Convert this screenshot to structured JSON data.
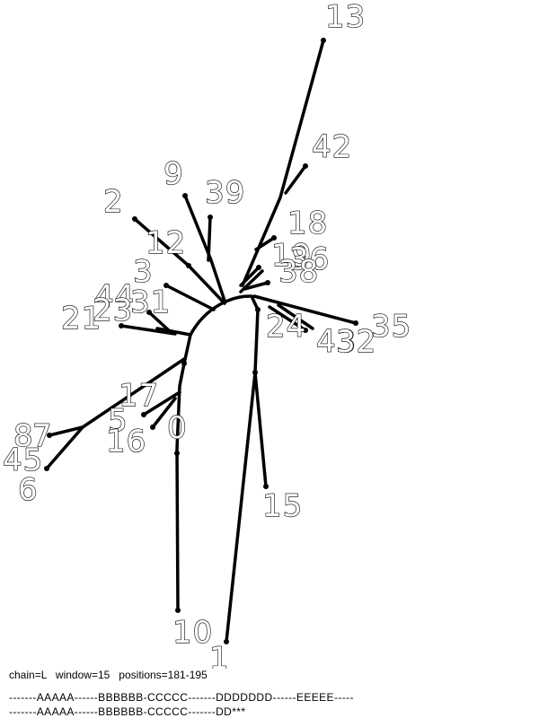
{
  "leaf_labels": [
    {
      "id": "13",
      "text": "13"
    },
    {
      "id": "42",
      "text": "42"
    },
    {
      "id": "9",
      "text": "9"
    },
    {
      "id": "39",
      "text": "39"
    },
    {
      "id": "2",
      "text": "2"
    },
    {
      "id": "18",
      "text": "18"
    },
    {
      "id": "12",
      "text": "12"
    },
    {
      "id": "19",
      "text": "19"
    },
    {
      "id": "36",
      "text": "36"
    },
    {
      "id": "38",
      "text": "38"
    },
    {
      "id": "3",
      "text": "3"
    },
    {
      "id": "44",
      "text": "44"
    },
    {
      "id": "31",
      "text": "31"
    },
    {
      "id": "23",
      "text": "23"
    },
    {
      "id": "21",
      "text": "21"
    },
    {
      "id": "24",
      "text": "24"
    },
    {
      "id": "35",
      "text": "35"
    },
    {
      "id": "43",
      "text": "43"
    },
    {
      "id": "32",
      "text": "32"
    },
    {
      "id": "17",
      "text": "17"
    },
    {
      "id": "5",
      "text": "5"
    },
    {
      "id": "16",
      "text": "16"
    },
    {
      "id": "0",
      "text": "0"
    },
    {
      "id": "8",
      "text": "8"
    },
    {
      "id": "7",
      "text": "7"
    },
    {
      "id": "45",
      "text": "45"
    },
    {
      "id": "6",
      "text": "6"
    },
    {
      "id": "15",
      "text": "15"
    },
    {
      "id": "10",
      "text": "10"
    },
    {
      "id": "1",
      "text": "1"
    }
  ],
  "info": {
    "text": "chain=L   window=15   positions=181-195"
  },
  "sequences": {
    "line1": "-------AAAAA------BBBBBB-CCCCC-------DDDDDDD------EEEEE-----",
    "line2": "-------AAAAA------BBBBBB-CCCCC-------DD***"
  }
}
